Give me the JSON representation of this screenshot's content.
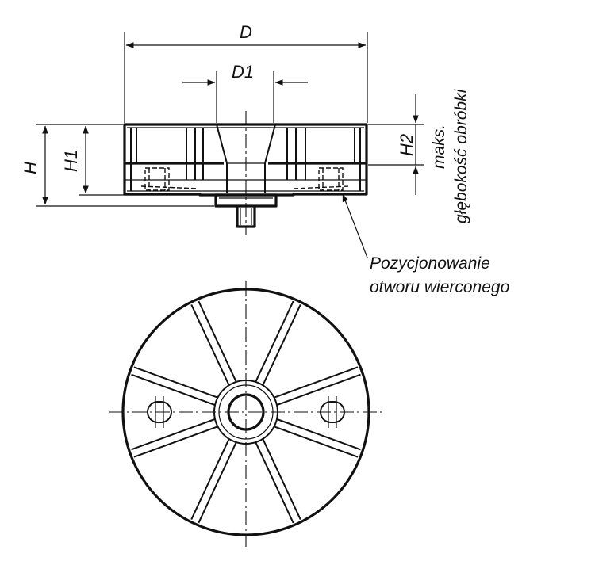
{
  "labels": {
    "d": "D",
    "d1": "D1",
    "h": "H",
    "h1": "H1",
    "h2": "H2",
    "max_depth_line1": "maks.",
    "max_depth_line2": "głębokość obróbki",
    "drill_position_line1": "Pozycjonowanie",
    "drill_position_line2": "otworu wierconego"
  }
}
